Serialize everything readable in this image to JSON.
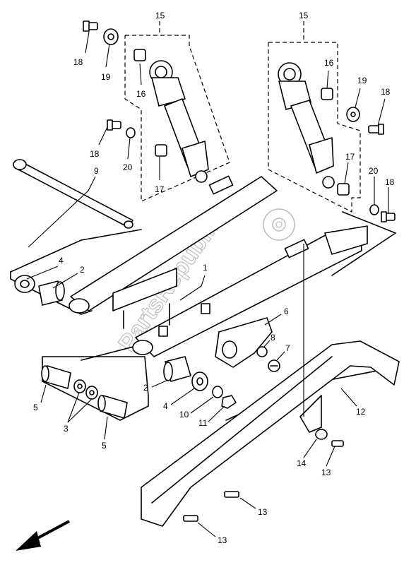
{
  "watermark": "PartsRepublik",
  "callouts": {
    "c15a": "15",
    "c15b": "15",
    "c18a": "18",
    "c19a": "19",
    "c16a": "16",
    "c18b": "18",
    "c20a": "20",
    "c17a": "17",
    "c9": "9",
    "c16b": "16",
    "c19b": "19",
    "c18c": "18",
    "c17b": "17",
    "c20b": "20",
    "c18d": "18",
    "c1": "1",
    "c4a": "4",
    "c2a": "2",
    "c6": "6",
    "c8": "8",
    "c7": "7",
    "c5a": "5",
    "c3": "3",
    "c5b": "5",
    "c2b": "2",
    "c4b": "4",
    "c10": "10",
    "c11": "11",
    "c12": "12",
    "c14": "14",
    "c13a": "13",
    "c13b": "13",
    "c13c": "13"
  }
}
